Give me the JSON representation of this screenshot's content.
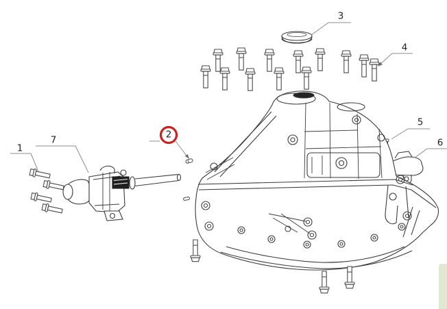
{
  "diagram": {
    "kind": "exploded-parts-diagram",
    "subject": "transmission-gearbox-assembly",
    "line_color": "#3a3a3a",
    "leader_line_color": "#8c8c8c",
    "highlight": {
      "callout": "2",
      "shape": "red-circle",
      "color": "#c92222"
    },
    "callouts": [
      {
        "label": "1",
        "part": "flange-bolt-set-left",
        "highlighted": false
      },
      {
        "label": "2",
        "part": "dowel-pin",
        "highlighted": true
      },
      {
        "label": "3",
        "part": "cover-cap",
        "highlighted": false
      },
      {
        "label": "4",
        "part": "flange-bolt-set-top",
        "highlighted": false
      },
      {
        "label": "5",
        "part": "roll-pin",
        "highlighted": false
      },
      {
        "label": "6",
        "part": "mount-bracket",
        "highlighted": false
      },
      {
        "label": "7",
        "part": "gearshift-mechanism",
        "highlighted": false
      }
    ],
    "main_part": "transmission-housing"
  },
  "scrollbar": {
    "visible": true,
    "color": "#dfe8d2"
  }
}
